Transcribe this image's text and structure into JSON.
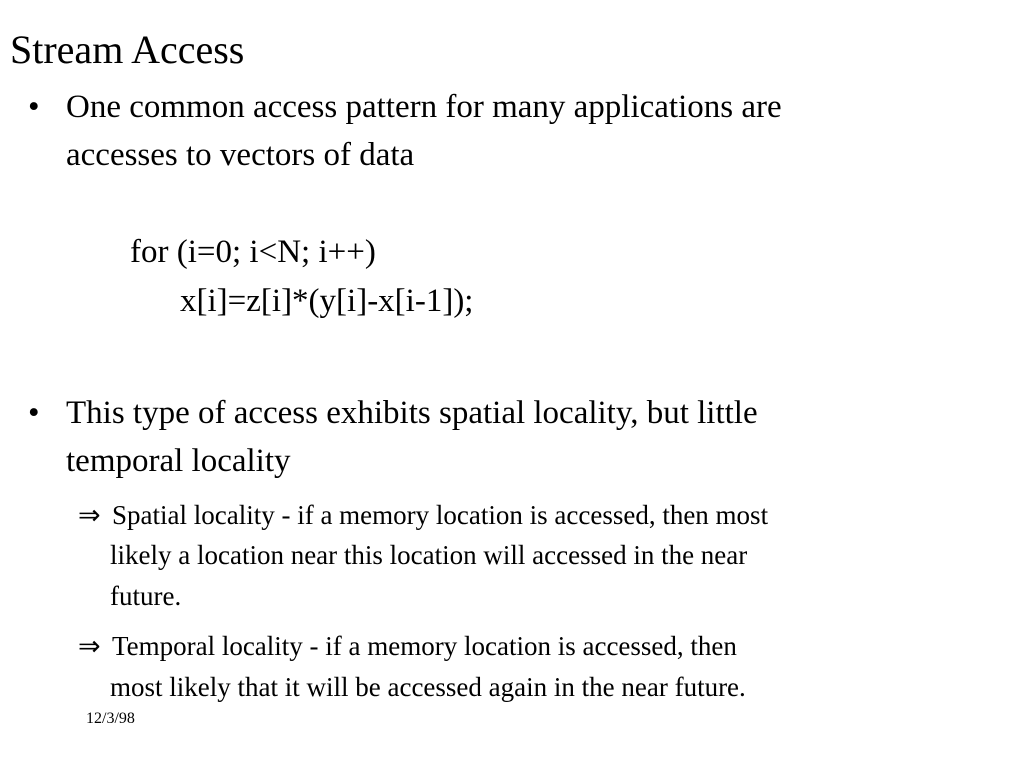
{
  "title": "Stream Access",
  "bullets": [
    {
      "marker": "•",
      "lines": [
        "One common access pattern for many applications are",
        "accesses to vectors of data"
      ]
    },
    {
      "marker": "•",
      "lines": [
        "This type of access exhibits spatial locality, but little",
        "temporal locality"
      ]
    }
  ],
  "code": [
    "for (i=0; i<N; i++)",
    "x[i]=z[i]*(y[i]-x[i-1]);"
  ],
  "subs": [
    {
      "marker": "⇒",
      "lines": [
        "Spatial locality - if a memory location is accessed, then most",
        "likely a location near this location will accessed in the near",
        "future."
      ]
    },
    {
      "marker": "⇒",
      "lines": [
        "Temporal locality - if a memory location is accessed, then",
        "most likely that it will be accessed again in the near future."
      ]
    }
  ],
  "date": "12/3/98"
}
